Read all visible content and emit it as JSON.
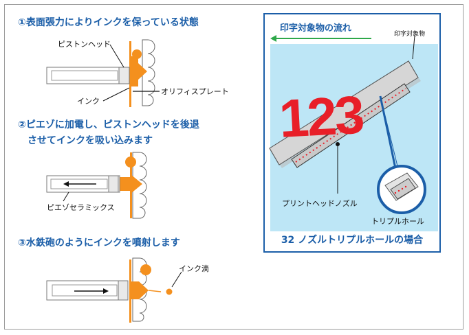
{
  "colors": {
    "step_text": "#1b5ea8",
    "ink": "#f4901e",
    "panel_bg": "#bde6f6",
    "panel_border": "#1b5ea8",
    "flow_arrow": "#2ea84a",
    "printed_digits": "#e81f28",
    "nozzle_dots": "#e81f28"
  },
  "steps": [
    {
      "title": "①表面張力によりインクを保っている状態"
    },
    {
      "title_line1": "②ピエゾに加電し、ピストンヘッドを後退",
      "title_line2": "させてインクを吸い込みます"
    },
    {
      "title": "③水鉄砲のようにインクを噴射します"
    }
  ],
  "labels": {
    "piston_head": "ピストンヘッド",
    "ink": "インク",
    "orifice_plate": "オリフィスプレート",
    "piezo_ceramics": "ピエゾセラミックス",
    "ink_drop": "インク滴"
  },
  "panel": {
    "flow_label": "印字対象物の流れ",
    "printed_object": "印字対象物",
    "printed_digits": "123",
    "print_head_nozzle": "プリントヘッドノズル",
    "triple_hole": "トリプルホール",
    "title": "32 ノズルトリプルホールの場合"
  },
  "icons": [
    "left-arrow-icon",
    "right-arrow-icon",
    "flow-arrow-icon"
  ]
}
